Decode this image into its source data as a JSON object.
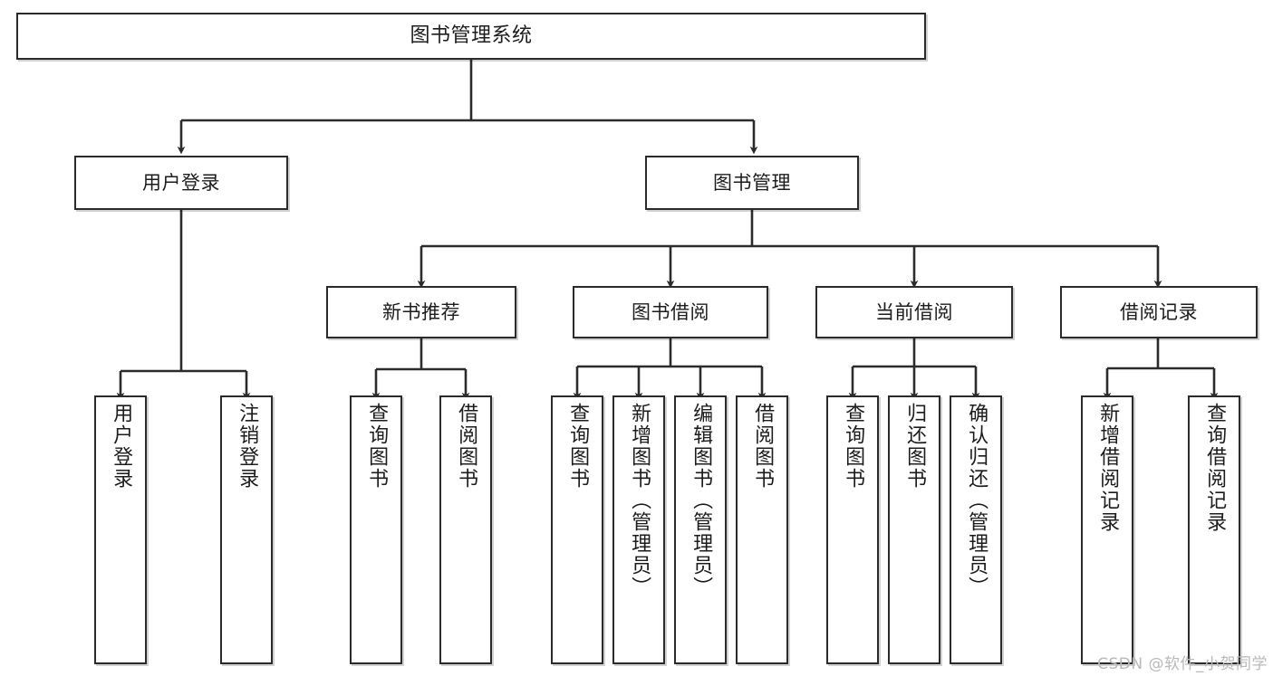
{
  "diagram": {
    "type": "tree-hierarchy-chart",
    "title": "图书管理系统",
    "colors": {
      "box_border": "#2b2b2b",
      "box_fill": "#ffffff",
      "connector": "#2b2b2b",
      "text": "#1c1c1c",
      "watermark": "#b9b9b9",
      "background": "#ffffff"
    },
    "root": {
      "label": "图书管理系统"
    },
    "level2": [
      {
        "label": "用户登录"
      },
      {
        "label": "图书管理"
      }
    ],
    "level3": [
      {
        "label": "新书推荐"
      },
      {
        "label": "图书借阅"
      },
      {
        "label": "当前借阅"
      },
      {
        "label": "借阅记录"
      }
    ],
    "leaves": {
      "user_login": [
        {
          "label": "用户登录"
        },
        {
          "label": "注销登录"
        }
      ],
      "new_book_recommend": [
        {
          "label": "查询图书"
        },
        {
          "label": "借阅图书"
        }
      ],
      "book_borrow": [
        {
          "label": "查询图书"
        },
        {
          "label": "新增图书（管理员）"
        },
        {
          "label": "编辑图书（管理员）"
        },
        {
          "label": "借阅图书"
        }
      ],
      "current_borrow": [
        {
          "label": "查询图书"
        },
        {
          "label": "归还图书"
        },
        {
          "label": "确认归还（管理员）"
        }
      ],
      "borrow_record": [
        {
          "label": "新增借阅记录"
        },
        {
          "label": "查询借阅记录"
        }
      ]
    },
    "watermark": "CSDN @软件_小贺同学"
  }
}
